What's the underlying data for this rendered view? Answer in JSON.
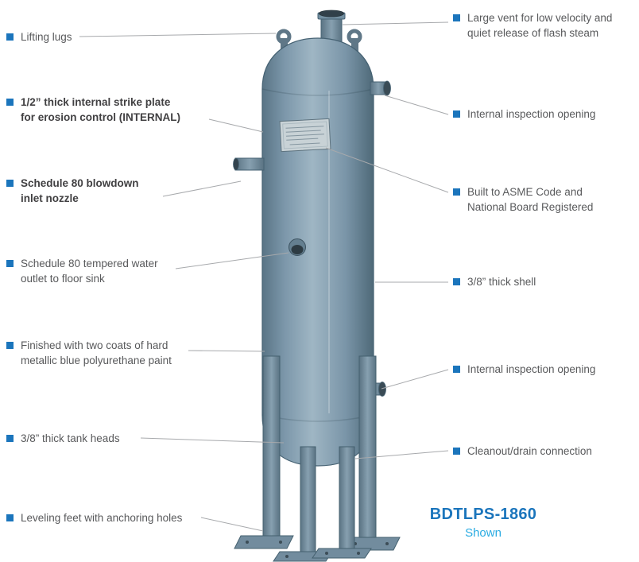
{
  "figure": {
    "model": "BDTLPS-1860",
    "caption": "Shown"
  },
  "colors": {
    "accent_blue": "#1b75bc",
    "caption_blue": "#29abe2",
    "tank_blue": "#7e98ac",
    "leader_gray": "#a7a9ac",
    "text_gray": "#58595b"
  },
  "callouts_left": [
    {
      "text": "Lifting lugs",
      "bold": false
    },
    {
      "text": "1/2” thick internal strike plate\nfor erosion control (INTERNAL)",
      "bold": true
    },
    {
      "text": "Schedule 80 blowdown\ninlet nozzle",
      "bold": true
    },
    {
      "text": "Schedule 80 tempered water\noutlet to floor sink",
      "bold": false
    },
    {
      "text": "Finished with two coats of hard\nmetallic blue polyurethane paint",
      "bold": false
    },
    {
      "text": "3/8” thick tank heads",
      "bold": false
    },
    {
      "text": "Leveling feet with anchoring holes",
      "bold": false
    }
  ],
  "callouts_right": [
    {
      "text": "Large vent for low velocity and\nquiet release of flash steam"
    },
    {
      "text": "Internal inspection opening"
    },
    {
      "text": "Built to ASME Code and\nNational Board Registered"
    },
    {
      "text": "3/8” thick shell"
    },
    {
      "text": "Internal inspection opening"
    },
    {
      "text": "Cleanout/drain connection"
    }
  ]
}
